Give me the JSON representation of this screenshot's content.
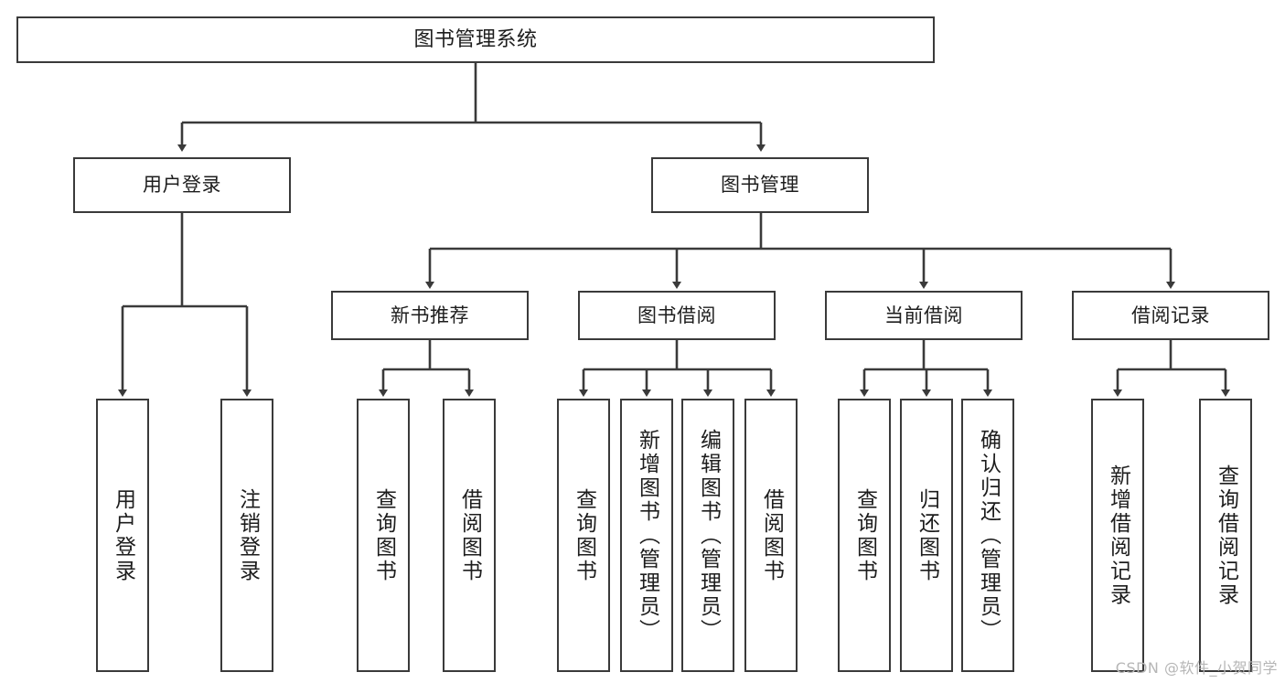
{
  "diagram": {
    "title": "图书管理系统",
    "watermark": "CSDN @软件_小贺同学",
    "line_color": "#3a3a3a",
    "text_color": "#1d1d1d",
    "background": "#ffffff",
    "nodes": {
      "root": "图书管理系统",
      "user_login": "用户登录",
      "book_manage": "图书管理",
      "new_book_rec": "新书推荐",
      "book_borrow": "图书借阅",
      "current_borrow": "当前借阅",
      "borrow_record": "借阅记录",
      "leaf_user_login": "用户登录",
      "leaf_logout": "注销登录",
      "leaf_query_book_1": "查询图书",
      "leaf_borrow_book_1": "借阅图书",
      "leaf_query_book_2": "查询图书",
      "leaf_add_book": "新增图书（管理员）",
      "leaf_edit_book": "编辑图书（管理员）",
      "leaf_borrow_book_2": "借阅图书",
      "leaf_query_book_3": "查询图书",
      "leaf_return_book": "归还图书",
      "leaf_confirm_return": "确认归还（管理员）",
      "leaf_add_record": "新增借阅记录",
      "leaf_query_record": "查询借阅记录"
    }
  }
}
